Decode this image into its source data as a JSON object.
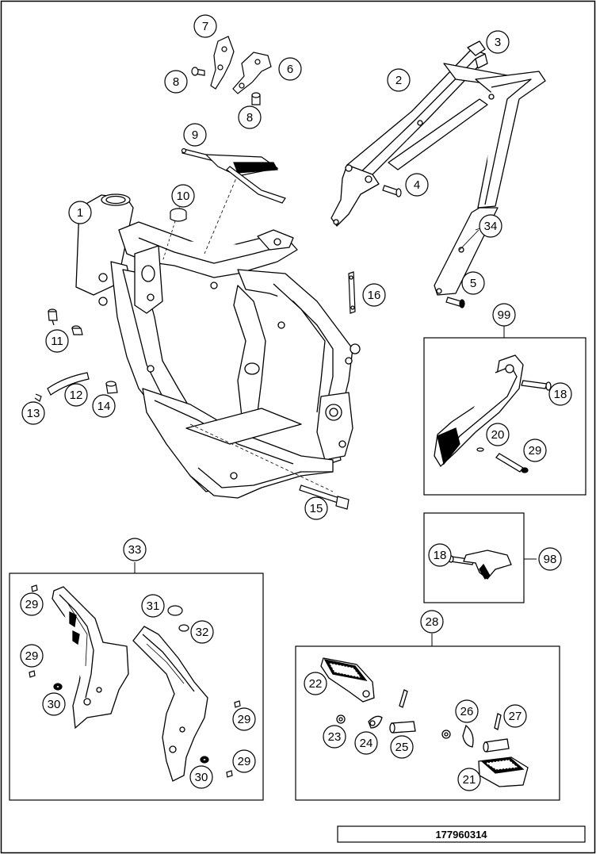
{
  "document": {
    "number": "177960314"
  },
  "callouts": [
    {
      "id": "c1",
      "label": "1"
    },
    {
      "id": "c2",
      "label": "2"
    },
    {
      "id": "c3",
      "label": "3"
    },
    {
      "id": "c4",
      "label": "4"
    },
    {
      "id": "c5",
      "label": "5"
    },
    {
      "id": "c6",
      "label": "6"
    },
    {
      "id": "c7",
      "label": "7"
    },
    {
      "id": "c8a",
      "label": "8"
    },
    {
      "id": "c8b",
      "label": "8"
    },
    {
      "id": "c9",
      "label": "9"
    },
    {
      "id": "c10",
      "label": "10"
    },
    {
      "id": "c11",
      "label": "11"
    },
    {
      "id": "c12",
      "label": "12"
    },
    {
      "id": "c13",
      "label": "13"
    },
    {
      "id": "c14",
      "label": "14"
    },
    {
      "id": "c15",
      "label": "15"
    },
    {
      "id": "c16",
      "label": "16"
    },
    {
      "id": "c99",
      "label": "99"
    },
    {
      "id": "c18a",
      "label": "18"
    },
    {
      "id": "c20",
      "label": "20"
    },
    {
      "id": "c29e",
      "label": "29"
    },
    {
      "id": "c18b",
      "label": "18"
    },
    {
      "id": "c98",
      "label": "98"
    },
    {
      "id": "c33",
      "label": "33"
    },
    {
      "id": "c29a",
      "label": "29"
    },
    {
      "id": "c29b",
      "label": "29"
    },
    {
      "id": "c30a",
      "label": "30"
    },
    {
      "id": "c31",
      "label": "31"
    },
    {
      "id": "c32",
      "label": "32"
    },
    {
      "id": "c29c",
      "label": "29"
    },
    {
      "id": "c29d",
      "label": "29"
    },
    {
      "id": "c30b",
      "label": "30"
    },
    {
      "id": "c28",
      "label": "28"
    },
    {
      "id": "c22",
      "label": "22"
    },
    {
      "id": "c23",
      "label": "23"
    },
    {
      "id": "c24",
      "label": "24"
    },
    {
      "id": "c25",
      "label": "25"
    },
    {
      "id": "c26",
      "label": "26"
    },
    {
      "id": "c27",
      "label": "27"
    },
    {
      "id": "c21",
      "label": "21"
    },
    {
      "id": "c34",
      "label": "34"
    }
  ]
}
